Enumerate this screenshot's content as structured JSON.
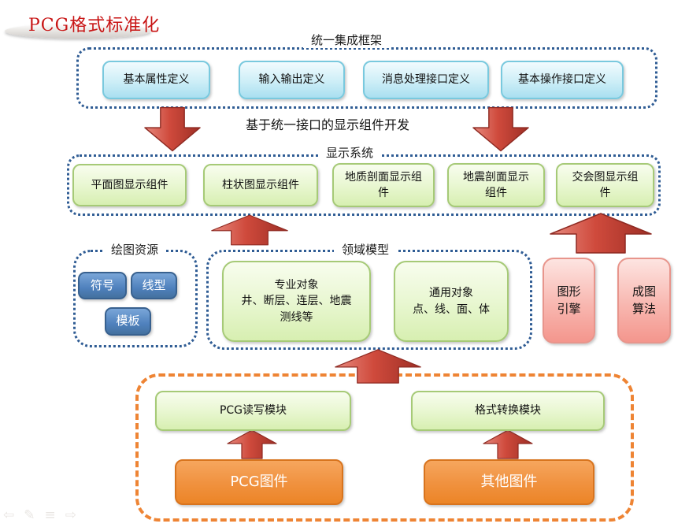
{
  "title": "PCG格式标准化",
  "caption": "基于统一接口的显示组件开发",
  "integration": {
    "label": "统一集成框架",
    "items": [
      "基本属性定义",
      "输入输出定义",
      "消息处理接口定义",
      "基本操作接口定义"
    ]
  },
  "display": {
    "label": "显示系统",
    "items": [
      "平面图显示组件",
      "柱状图显示组件",
      "地质剖面显示组\n件",
      "地震剖面显示\n组件",
      "交会图显示组\n件"
    ]
  },
  "resources": {
    "label": "绘图资源",
    "items": [
      "符号",
      "线型",
      "模板"
    ]
  },
  "domain_model": {
    "label": "领域模型",
    "items": [
      "专业对象\n井、断层、连层、地震\n测线等",
      "通用对象\n点、线、面、体"
    ]
  },
  "support": {
    "items": [
      "图形\n引擎",
      "成图\n算法"
    ]
  },
  "conversion": {
    "modules": [
      "PCG读写模块",
      "格式转换模块"
    ],
    "sources": [
      "PCG图件",
      "其他图件"
    ]
  },
  "nav_icons": [
    {
      "name": "prev-arrow",
      "glyph": "⇦"
    },
    {
      "name": "pen",
      "glyph": "✎"
    },
    {
      "name": "menu",
      "glyph": "≡"
    },
    {
      "name": "next-arrow",
      "glyph": "⇨"
    }
  ],
  "colors": {
    "title_red": "#c81414",
    "frame_blue": "#2f5c94",
    "frame_orange": "#ee8434",
    "arrow_red": "#cf4a3c",
    "box_cyan_border": "#79c9de",
    "box_green_border": "#a6ca77",
    "box_blue": "#4f81bd",
    "box_pink_border": "#e8958c",
    "box_orange": "#ef8b2e"
  }
}
